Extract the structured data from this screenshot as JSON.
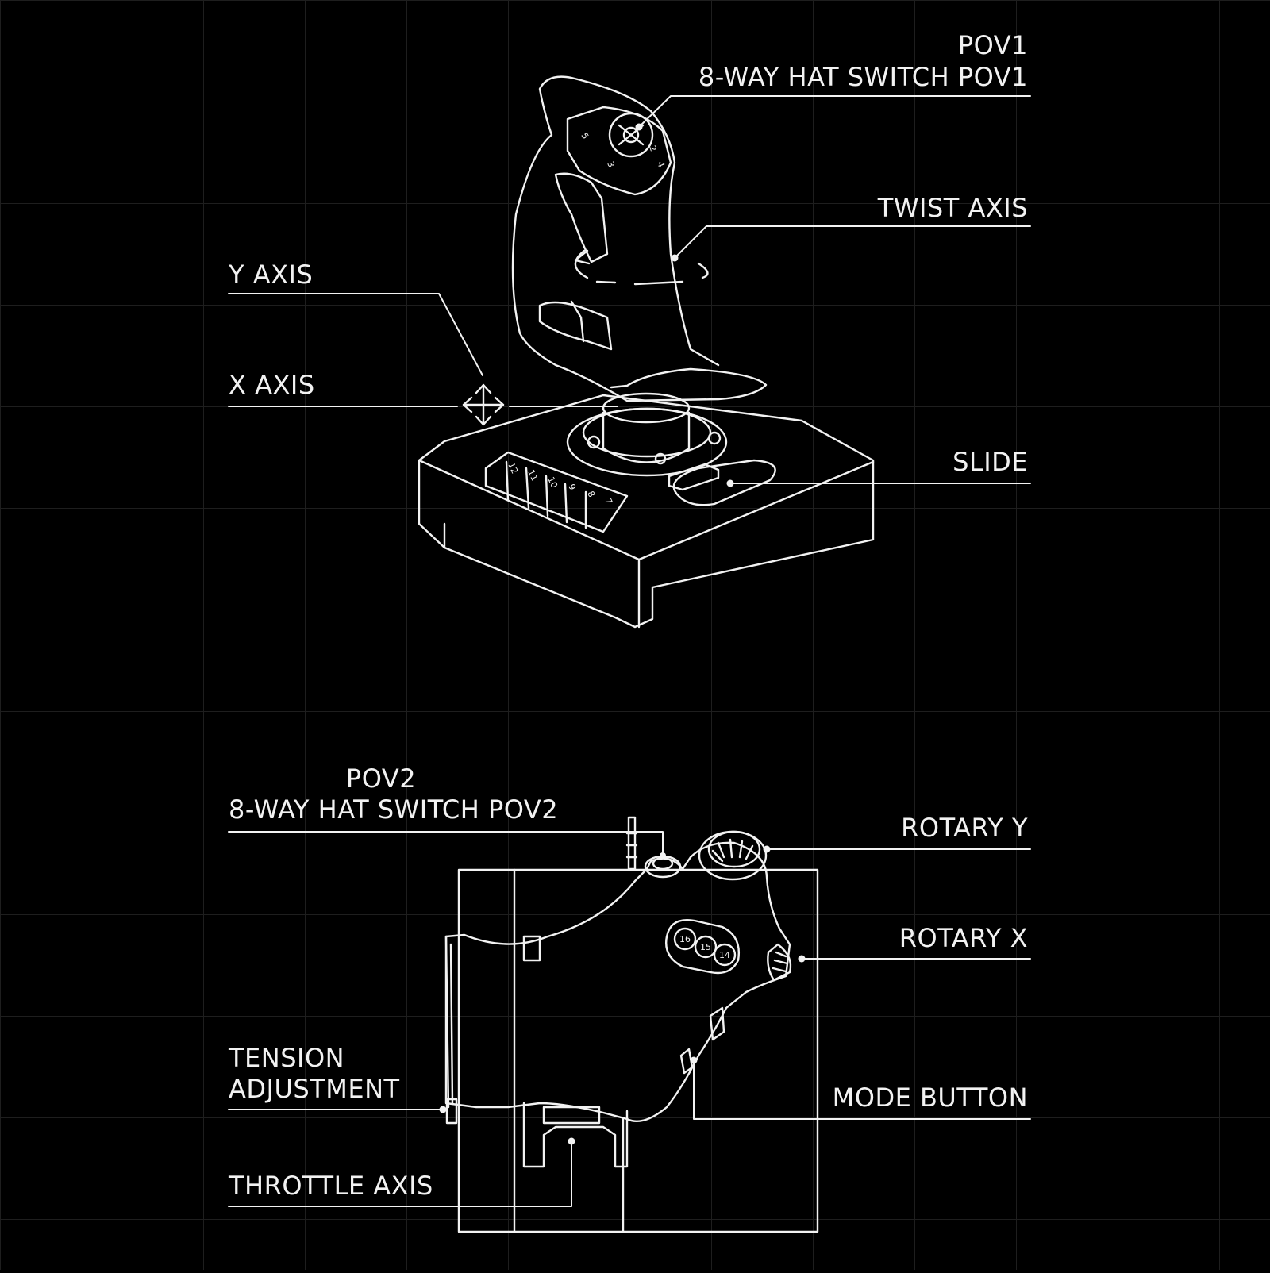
{
  "colors": {
    "background": "#000000",
    "grid": "#1e1e1e",
    "line": "#f2f2f2"
  },
  "joystick": {
    "pov1_title": "POV1",
    "pov1_sub": "8-WAY HAT SWITCH POV1",
    "twist_axis": "TWIST AXIS",
    "y_axis": "Y AXIS",
    "x_axis": "X AXIS",
    "slide": "SLIDE",
    "hat_buttons": [
      "2",
      "3",
      "5",
      "4"
    ],
    "base_buttons": [
      "12",
      "11",
      "10",
      "9",
      "8",
      "7"
    ]
  },
  "throttle": {
    "pov2_title": "POV2",
    "pov2_sub": "8-WAY HAT SWITCH POV2",
    "rotary_y": "ROTARY Y",
    "rotary_x": "ROTARY X",
    "tension_line1": "TENSION",
    "tension_line2": "ADJUSTMENT",
    "mode_button": "MODE BUTTON",
    "throttle_axis": "THROTTLE AXIS",
    "thumb_buttons": [
      "16",
      "15",
      "14"
    ]
  }
}
